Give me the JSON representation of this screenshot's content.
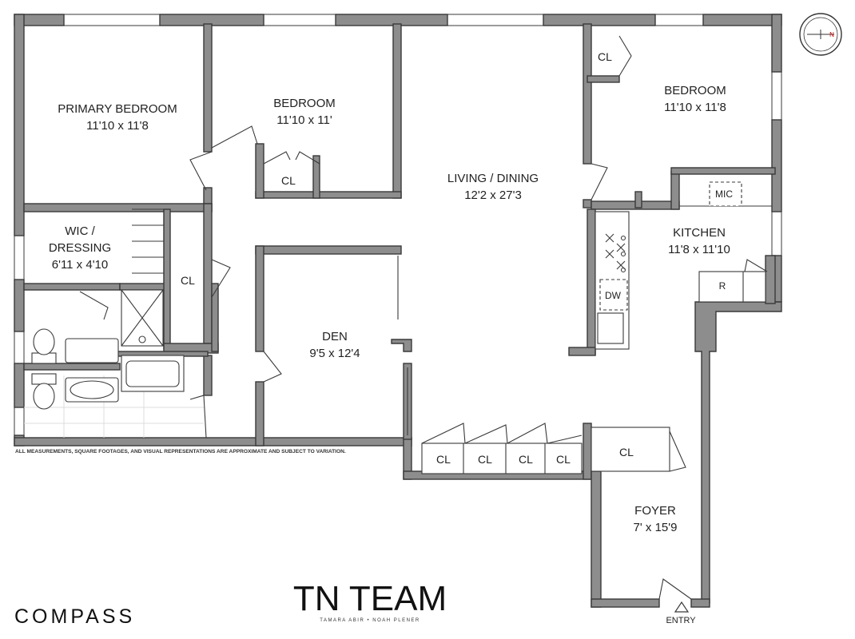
{
  "rooms": {
    "primary_bedroom": {
      "name": "PRIMARY BEDROOM",
      "dims": "11'10 x 11'8"
    },
    "bedroom_middle": {
      "name": "BEDROOM",
      "dims": "11'10 x 11'"
    },
    "living_dining": {
      "name": "LIVING / DINING",
      "dims": "12'2 x 27'3"
    },
    "bedroom_right": {
      "name": "BEDROOM",
      "dims": "11'10 x 11'8"
    },
    "wic": {
      "name1": "WIC /",
      "name2": "DRESSING",
      "dims": "6'11 x 4'10"
    },
    "kitchen": {
      "name": "KITCHEN",
      "dims": "11'8 x 11'10"
    },
    "den": {
      "name": "DEN",
      "dims": "9'5 x 12'4"
    },
    "foyer": {
      "name": "FOYER",
      "dims": "7' x 15'9"
    }
  },
  "closet_label": "CL",
  "appliances": {
    "mic": "MIC",
    "dw": "DW",
    "fridge": "R"
  },
  "disclaimer": "ALL MEASUREMENTS, SQUARE FOOTAGES, AND VISUAL REPRESENTATIONS ARE APPROXIMATE AND SUBJECT TO VARIATION.",
  "entry_label": "ENTRY",
  "branding": {
    "compass": "COMPASS",
    "team": "TN TEAM",
    "agents": "TAMARA ABIR • NOAH PLENER"
  },
  "compass_rose": {
    "north": "N"
  }
}
